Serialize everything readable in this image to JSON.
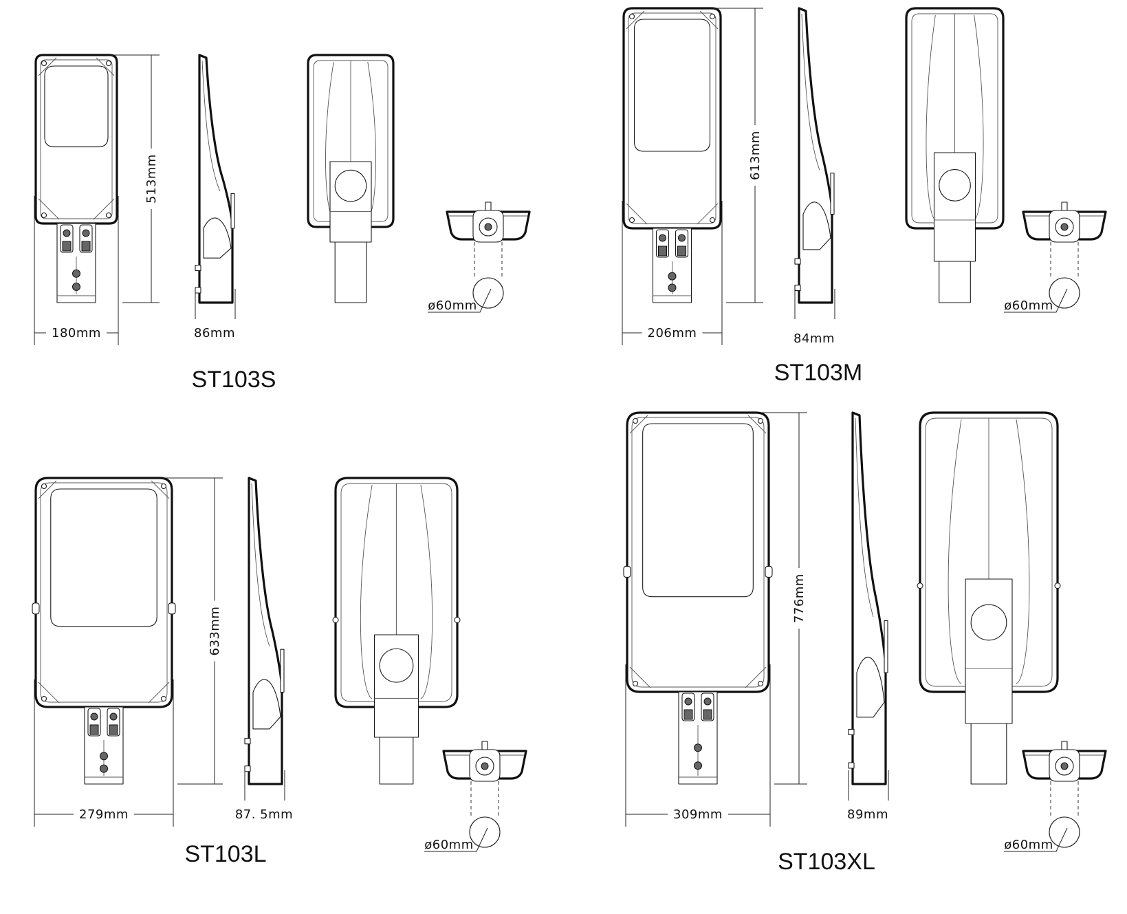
{
  "accent_colors": {
    "line": "#1a1a1a",
    "background": "#ffffff"
  },
  "units": [
    {
      "model": "ST103S",
      "width": "180mm",
      "height": "513mm",
      "depth": "86mm",
      "pole_diameter": "ø60mm"
    },
    {
      "model": "ST103M",
      "width": "206mm",
      "height": "613mm",
      "depth": "84mm",
      "pole_diameter": "ø60mm"
    },
    {
      "model": "ST103L",
      "width": "279mm",
      "height": "633mm",
      "depth": "87. 5mm",
      "pole_diameter": "ø60mm"
    },
    {
      "model": "ST103XL",
      "width": "309mm",
      "height": "776mm",
      "depth": "89mm",
      "pole_diameter": "ø60mm"
    }
  ]
}
